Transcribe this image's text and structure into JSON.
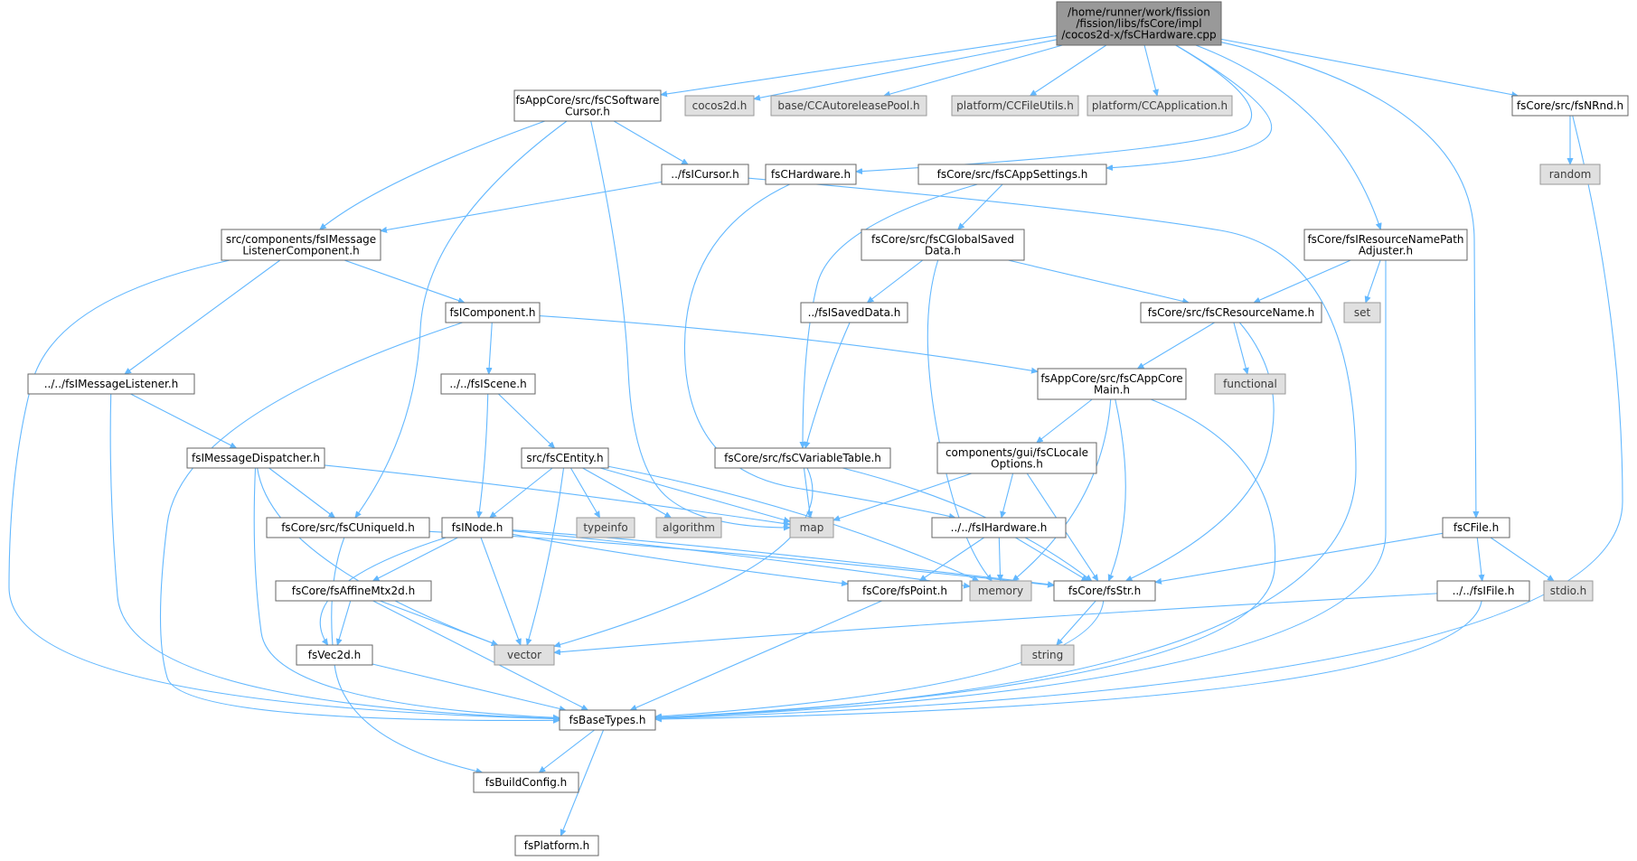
{
  "colors": {
    "edge": "#63b8ff",
    "root_fill": "#999999",
    "ext_fill": "#e0e0e0",
    "local_fill": "#ffffff",
    "border": "#666666"
  },
  "nodes": {
    "root": [
      "/home/runner/work/fission",
      "/fission/libs/fsCore/impl",
      "/cocos2d-x/fsCHardware.cpp"
    ],
    "softwareCursor": [
      "fsAppCore/src/fsCSoftware",
      "Cursor.h"
    ],
    "cocos2d": [
      "cocos2d.h"
    ],
    "autorelease": [
      "base/CCAutoreleasePool.h"
    ],
    "fileutils": [
      "platform/CCFileUtils.h"
    ],
    "application": [
      "platform/CCApplication.h"
    ],
    "nrnd": [
      "fsCore/src/fsNRnd.h"
    ],
    "random": [
      "random"
    ],
    "cursor": [
      "../fsICursor.h"
    ],
    "chardware": [
      "fsCHardware.h"
    ],
    "appsettings": [
      "fsCore/src/fsCAppSettings.h"
    ],
    "resNamePathAdj": [
      "fsCore/fsIResourceNamePath",
      "Adjuster.h"
    ],
    "msgListenerComp": [
      "src/components/fsIMessage",
      "ListenerComponent.h"
    ],
    "globalSaved": [
      "fsCore/src/fsCGlobalSaved",
      "Data.h"
    ],
    "set": [
      "set"
    ],
    "icomponent": [
      "fsIComponent.h"
    ],
    "savedData": [
      "../fsISavedData.h"
    ],
    "resName": [
      "fsCore/src/fsCResourceName.h"
    ],
    "msgListener": [
      "../../fsIMessageListener.h"
    ],
    "iscene": [
      "../../fsIScene.h"
    ],
    "appCoreMain": [
      "fsAppCore/src/fsCAppCore",
      "Main.h"
    ],
    "functional": [
      "functional"
    ],
    "msgDispatcher": [
      "fsIMessageDispatcher.h"
    ],
    "entity": [
      "src/fsCEntity.h"
    ],
    "varTable": [
      "fsCore/src/fsCVariableTable.h"
    ],
    "localeOpts": [
      "components/gui/fsCLocale",
      "Options.h"
    ],
    "uniqueId": [
      "fsCore/src/fsCUniqueId.h"
    ],
    "inode": [
      "fsINode.h"
    ],
    "typeinfo": [
      "typeinfo"
    ],
    "algorithm": [
      "algorithm"
    ],
    "map": [
      "map"
    ],
    "ihardware": [
      "../../fsIHardware.h"
    ],
    "cfile": [
      "fsCFile.h"
    ],
    "affine": [
      "fsCore/fsAffineMtx2d.h"
    ],
    "point": [
      "fsCore/fsPoint.h"
    ],
    "memory": [
      "memory"
    ],
    "str": [
      "fsCore/fsStr.h"
    ],
    "ifile": [
      "../../fsIFile.h"
    ],
    "stdio": [
      "stdio.h"
    ],
    "vec2d": [
      "fsVec2d.h"
    ],
    "vector": [
      "vector"
    ],
    "string": [
      "string"
    ],
    "baseTypes": [
      "fsBaseTypes.h"
    ],
    "buildConfig": [
      "fsBuildConfig.h"
    ],
    "platform": [
      "fsPlatform.h"
    ]
  }
}
